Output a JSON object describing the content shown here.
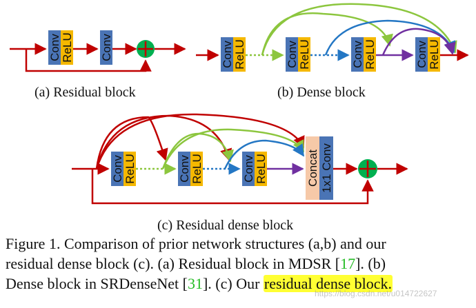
{
  "labels": {
    "conv": "Conv",
    "relu": "ReLU",
    "concat": "Concat",
    "conv1x1": "1x1 Conv"
  },
  "subfigures": {
    "a": "(a)  Residual block",
    "b": "(b)  Dense block",
    "c": "(c)  Residual dense block"
  },
  "caption": {
    "line1": "Figure 1. Comparison of prior network structures (a,b) and our",
    "line2_pre": "residual dense block (c).  (a) Residual block in MDSR [",
    "ref1": "17",
    "line2_post": "].  (b)",
    "line3_pre": "Dense block in SRDenseNet [",
    "ref2": "31",
    "line3_mid": "]. (c) Our ",
    "line3_highlight": "residual dense block."
  },
  "watermark": "https://blog.csdn.net/u014722627",
  "colors": {
    "conv": "#4a74b5",
    "relu": "#f5b800",
    "concat": "#f6c9a8",
    "main_arrow": "#c00000",
    "skip_green": "#8cc63e",
    "skip_blue": "#2477c4",
    "skip_purple": "#7030a0",
    "sum_node": "#00b050",
    "highlight": "#ffff33",
    "ref_link": "#22bb22"
  }
}
